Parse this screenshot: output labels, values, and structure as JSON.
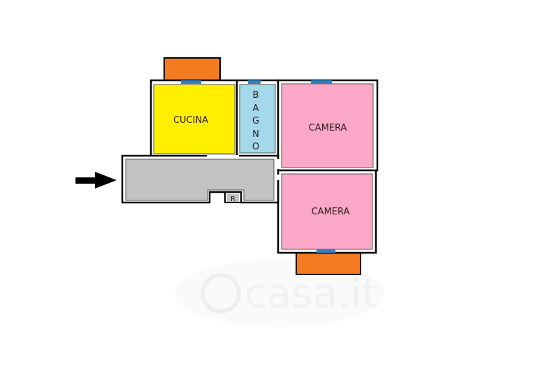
{
  "floorplan": {
    "rooms": {
      "kitchen": "CUCINA",
      "bathroom": [
        "B",
        "A",
        "G",
        "N",
        "O"
      ],
      "bedroom_1": "CAMERA",
      "bedroom_2": "CAMERA",
      "closet": "R"
    },
    "colors": {
      "kitchen": "#ffef00",
      "bathroom": "#a3d9ea",
      "bedroom": "#fba8c8",
      "hallway": "#c3c3c3",
      "balcony": "#f47b20",
      "window": "#2f7fc1",
      "wall": "#000000"
    },
    "watermark": "casa.it"
  }
}
